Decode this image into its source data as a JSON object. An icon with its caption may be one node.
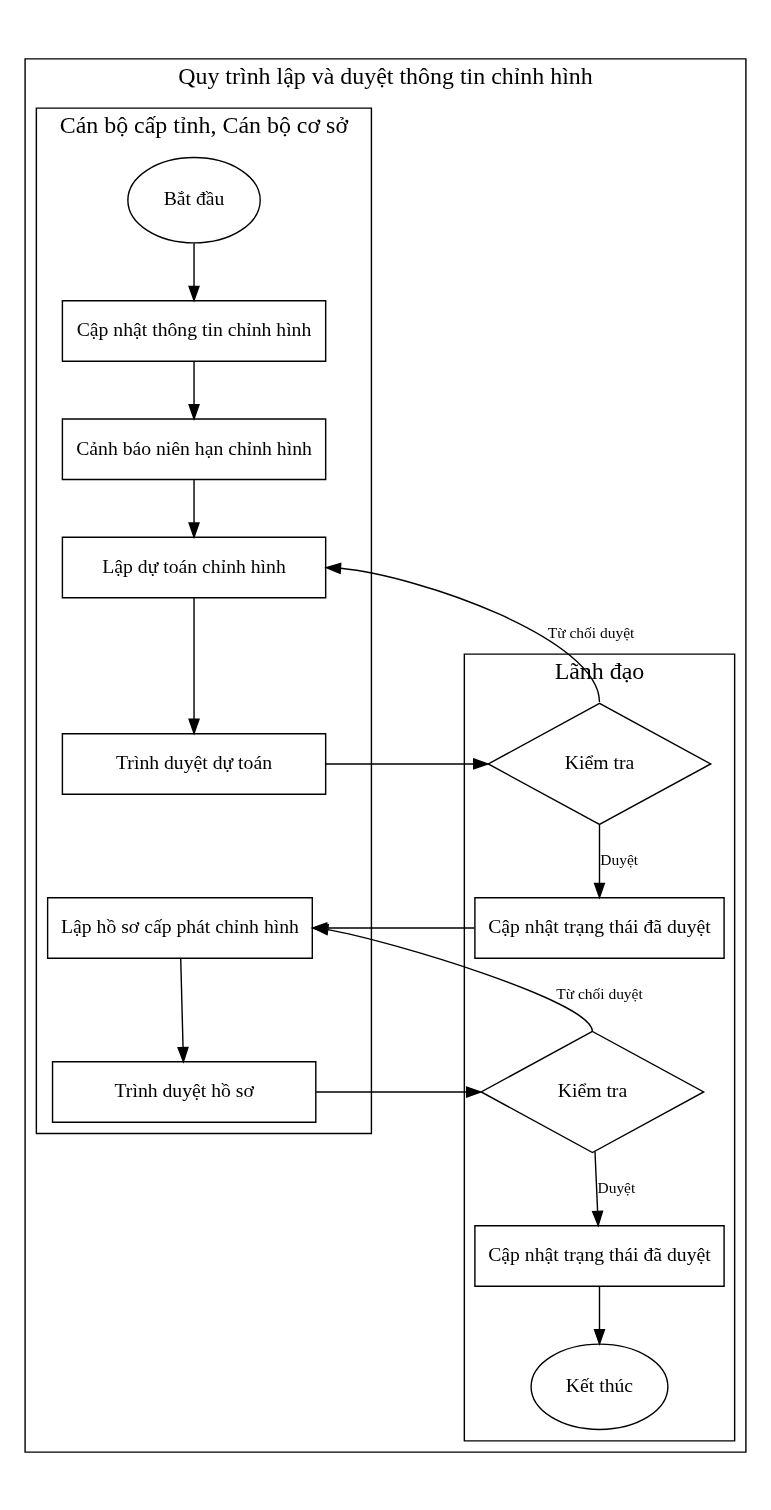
{
  "diagram": {
    "nodes": [
      {
        "text": [
          "Quy trình lập và duyệt thông tin chỉnh hình"
        ]
      },
      {
        "text": [
          "Cán bộ cấp tỉnh, Cán bộ cơ sở"
        ],
        "in": 0
      },
      {
        "text": [
          "Lãnh đạo"
        ],
        "in": 0
      },
      {
        "text": [
          "Bắt đầu"
        ],
        "in": 1
      },
      {
        "text": [
          "Cập nhật thông tin chỉnh hình"
        ],
        "in": 1
      },
      {
        "text": [
          "Cảnh báo niên hạn chỉnh hình"
        ],
        "in": 1
      },
      {
        "text": [
          "Lập dự toán chỉnh hình"
        ],
        "in": 1
      },
      {
        "text": [
          "Trình duyệt dự toán"
        ],
        "in": 1
      },
      {
        "text": [
          "Kiểm tra"
        ],
        "in": 2
      },
      {
        "text": [
          "Cập nhật trạng thái đã duyệt"
        ],
        "in": 2
      },
      {
        "text": [
          "Lập hồ sơ cấp phát chỉnh hình"
        ],
        "in": 1
      },
      {
        "text": [
          "Trình duyệt hồ sơ"
        ],
        "in": 1
      },
      {
        "text": [
          "Kiểm tra"
        ],
        "in": 2
      },
      {
        "text": [
          "Cập nhật trạng thái đã duyệt"
        ],
        "in": 2
      },
      {
        "text": [
          "Kết thúc"
        ],
        "in": 2
      }
    ],
    "edges": [
      {
        "from": 3,
        "to": 4,
        "arrow": "to"
      },
      {
        "from": 4,
        "to": 5,
        "arrow": "to"
      },
      {
        "from": 5,
        "to": 6,
        "arrow": "to"
      },
      {
        "from": 6,
        "to": 7,
        "arrow": "to"
      },
      {
        "from": 7,
        "to": 8,
        "arrow": "to"
      },
      {
        "from": 8,
        "to": 6,
        "label": "Từ chối duyệt",
        "arrow": "to"
      },
      {
        "from": 8,
        "to": 9,
        "label": "Duyệt",
        "arrow": "to"
      },
      {
        "from": 9,
        "to": 10,
        "arrow": "to"
      },
      {
        "from": 10,
        "to": 11,
        "arrow": "to"
      },
      {
        "from": 11,
        "to": 12,
        "arrow": "to"
      },
      {
        "from": 12,
        "to": 10,
        "label": "Từ chối duyệt",
        "arrow": "to"
      },
      {
        "from": 12,
        "to": 13,
        "label": "Duyệt",
        "arrow": "to"
      },
      {
        "from": 13,
        "to": 14,
        "arrow": "to"
      }
    ]
  }
}
